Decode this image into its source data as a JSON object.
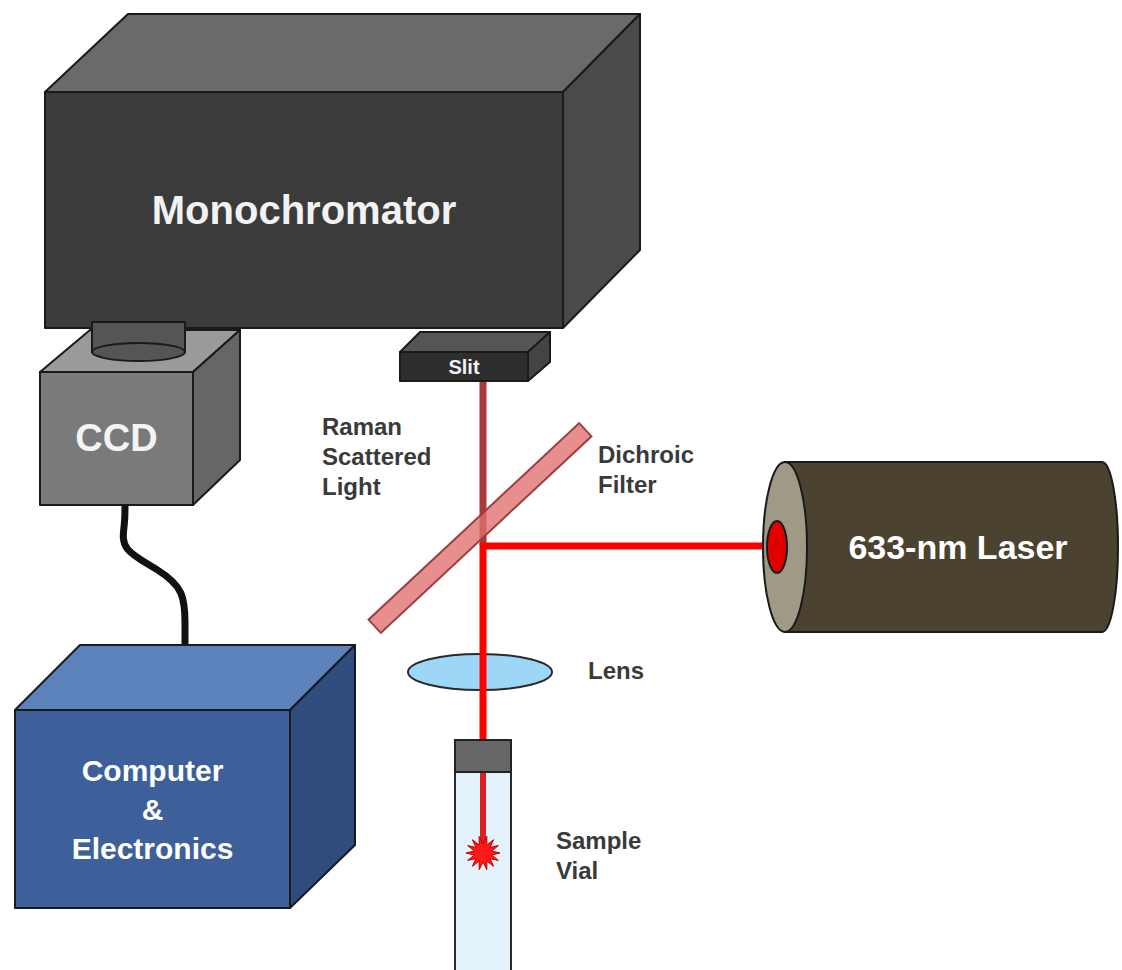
{
  "diagram": {
    "nodes": [
      {
        "text": [
          "Monochromator"
        ]
      },
      {
        "text": [
          "Slit"
        ]
      },
      {
        "text": [
          "CCD"
        ]
      },
      {
        "text": [
          "Computer & Electronics"
        ]
      },
      {
        "text": [
          "633-nm Laser"
        ]
      }
    ],
    "edges": [
      {
        "from": 2,
        "to": 3,
        "arrow": "none"
      }
    ],
    "labels": [
      "Raman Scattered Light",
      "Dichroic Filter",
      "Lens",
      "Sample Vial"
    ]
  }
}
